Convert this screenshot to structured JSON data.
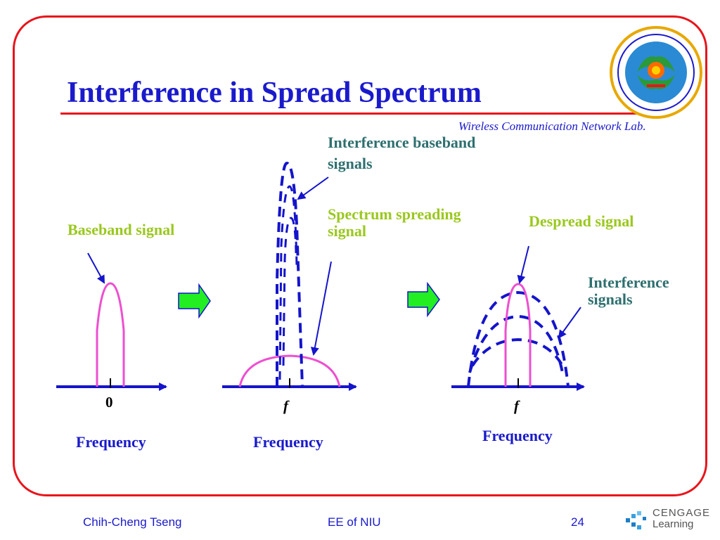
{
  "slide": {
    "title": "Interference in Spread Spectrum",
    "lab_name": "Wireless Communication Network Lab.",
    "colors": {
      "frame": "#e8141b",
      "title": "#1a1acc",
      "signal_pink": "#ee4fd0",
      "dashed_blue": "#1414cc",
      "arrow_green": "#22ee22",
      "label_teal": "#2f6f6f",
      "label_green": "#9ac81e"
    }
  },
  "diagram": {
    "labels": {
      "interference_baseband": "Interference baseband signals",
      "spectrum_spreading": "Spectrum spreading signal",
      "baseband_signal": "Baseband signal",
      "despread_signal": "Despread signal",
      "interference_signals": "Interference signals"
    },
    "ticks": {
      "zero": "0",
      "f_middle": "f",
      "f_right": "f"
    },
    "axis_labels": {
      "left": "Frequency",
      "middle": "Frequency",
      "right": "Frequency"
    },
    "icons": [
      "right-block-arrow-icon",
      "right-block-arrow-icon"
    ]
  },
  "footer": {
    "author": "Chih-Cheng Tseng",
    "dept": "EE of NIU",
    "page": "24",
    "publisher_line1": "CENGAGE",
    "publisher_line2": "Learning"
  }
}
